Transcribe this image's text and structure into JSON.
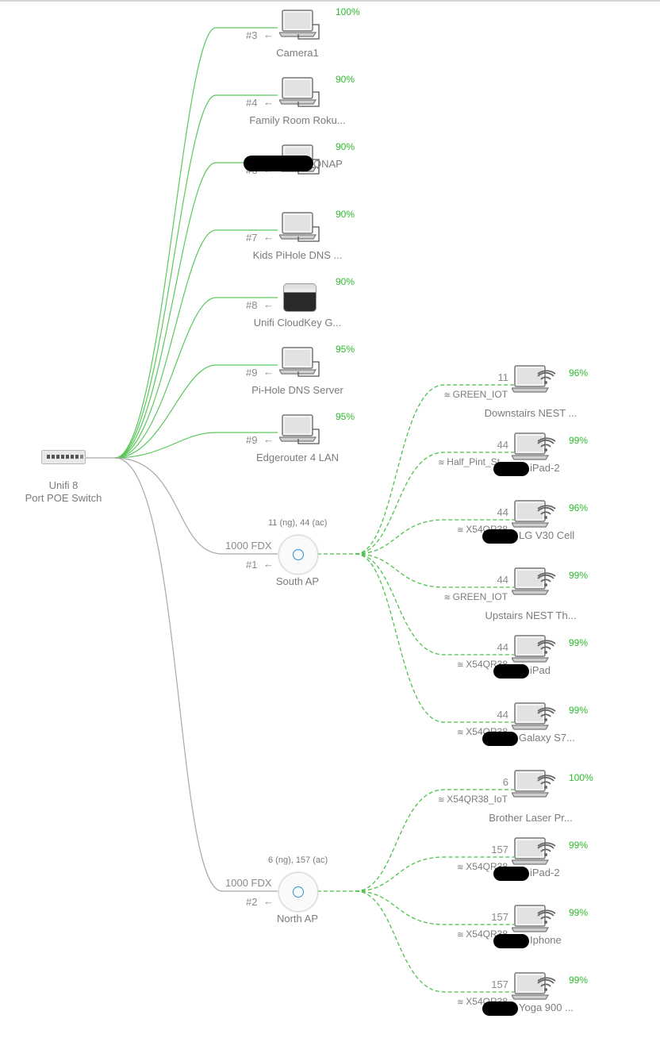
{
  "switch": {
    "name_line1": "Unifi 8",
    "name_line2": "Port POE Switch"
  },
  "wired": [
    {
      "port": "#3",
      "name": "Camera1",
      "pct": "100%",
      "device": "laptop"
    },
    {
      "port": "#4",
      "name": "Family Room Roku...",
      "pct": "90%",
      "device": "laptop"
    },
    {
      "port": "#6",
      "name": "QNAP",
      "pct": "90%",
      "device": "laptop",
      "redacted": true
    },
    {
      "port": "#7",
      "name": "Kids PiHole DNS ...",
      "pct": "90%",
      "device": "laptop"
    },
    {
      "port": "#8",
      "name": "Unifi CloudKey G...",
      "pct": "90%",
      "device": "cloudkey"
    },
    {
      "port": "#9",
      "name": "Pi-Hole DNS Server",
      "pct": "95%",
      "device": "laptop"
    },
    {
      "port": "#9",
      "name": "Edgerouter 4 LAN",
      "pct": "95%",
      "device": "laptop"
    }
  ],
  "aps": [
    {
      "name": "South AP",
      "port": "#1",
      "link": "1000  FDX",
      "channels": "11 (ng), 44 (ac)"
    },
    {
      "name": "North AP",
      "port": "#2",
      "link": "1000  FDX",
      "channels": "6 (ng), 157 (ac)"
    }
  ],
  "wireless": [
    {
      "ap": 0,
      "channel": "11",
      "ssid": "GREEN_IOT",
      "name": "Downstairs NEST ...",
      "pct": "96%"
    },
    {
      "ap": 0,
      "channel": "44",
      "ssid": "Half_Pint_St...",
      "name": "iPad-2",
      "pct": "99%",
      "redacted": true
    },
    {
      "ap": 0,
      "channel": "44",
      "ssid": "X54QR38",
      "name": "LG V30 Cell",
      "pct": "96%",
      "redacted": true
    },
    {
      "ap": 0,
      "channel": "44",
      "ssid": "GREEN_IOT",
      "name": "Upstairs NEST Th...",
      "pct": "99%"
    },
    {
      "ap": 0,
      "channel": "44",
      "ssid": "X54QR38",
      "name": "iPad",
      "pct": "99%",
      "redacted": true
    },
    {
      "ap": 0,
      "channel": "44",
      "ssid": "X54QR38",
      "name": "Galaxy S7...",
      "pct": "99%",
      "redacted": true
    },
    {
      "ap": 1,
      "channel": "6",
      "ssid": "X54QR38_IoT",
      "name": "Brother Laser Pr...",
      "pct": "100%"
    },
    {
      "ap": 1,
      "channel": "157",
      "ssid": "X54QR38",
      "name": "iPad-2",
      "pct": "99%",
      "redacted": true
    },
    {
      "ap": 1,
      "channel": "157",
      "ssid": "X54QR38",
      "name": "Iphone",
      "pct": "99%",
      "redacted": true
    },
    {
      "ap": 1,
      "channel": "157",
      "ssid": "X54QR38",
      "name": "Yoga 900 ...",
      "pct": "99%",
      "redacted": true
    }
  ],
  "colors": {
    "wired_ok": "#5cc85c",
    "uplink": "#a8a8a8",
    "wireless": "#4cc24c",
    "pct": "#2dbb2d"
  },
  "icons": {
    "wired_arrow": "left-arrow-icon",
    "wifi": "wifi-icon"
  }
}
